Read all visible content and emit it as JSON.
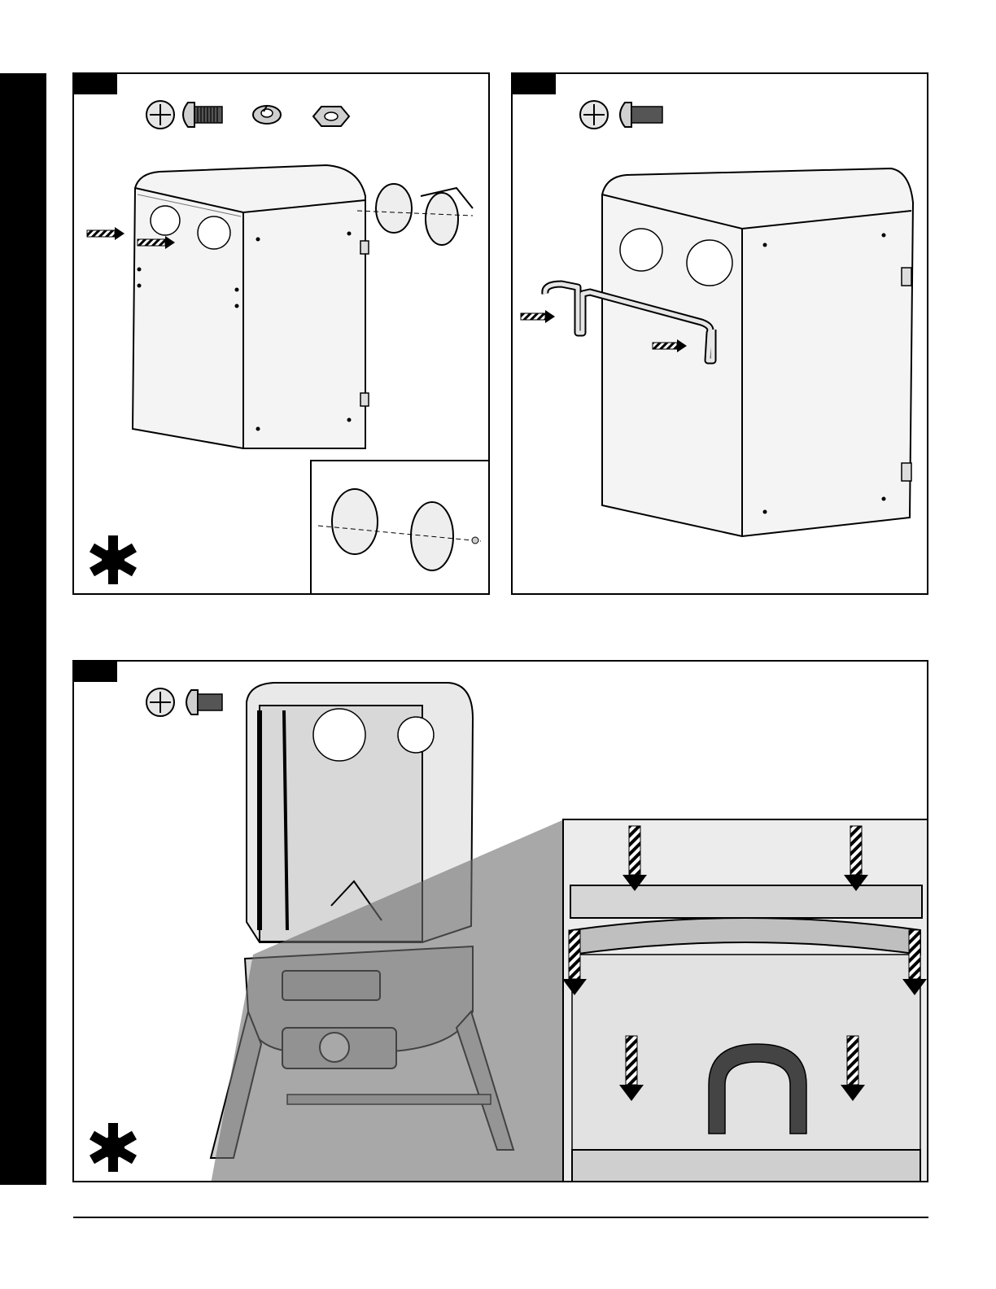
{
  "page": {
    "background": "#ffffff",
    "ink": "#000000",
    "panel_fill": "#dcdcdc",
    "shadow_fill": "#6e6e6e"
  },
  "steps": [
    {
      "id": "step-a",
      "hardware": [
        "phillips-head-icon",
        "bolt-icon",
        "lock-washer-icon",
        "hex-nut-icon"
      ],
      "note_icon": "gear-asterisk-icon",
      "detail_inset": true
    },
    {
      "id": "step-b",
      "hardware": [
        "phillips-head-icon",
        "bolt-icon"
      ],
      "note_icon": null,
      "detail_inset": false
    },
    {
      "id": "step-c",
      "hardware": [
        "phillips-head-icon",
        "bolt-icon"
      ],
      "note_icon": "gear-asterisk-icon",
      "detail_inset": true
    }
  ]
}
